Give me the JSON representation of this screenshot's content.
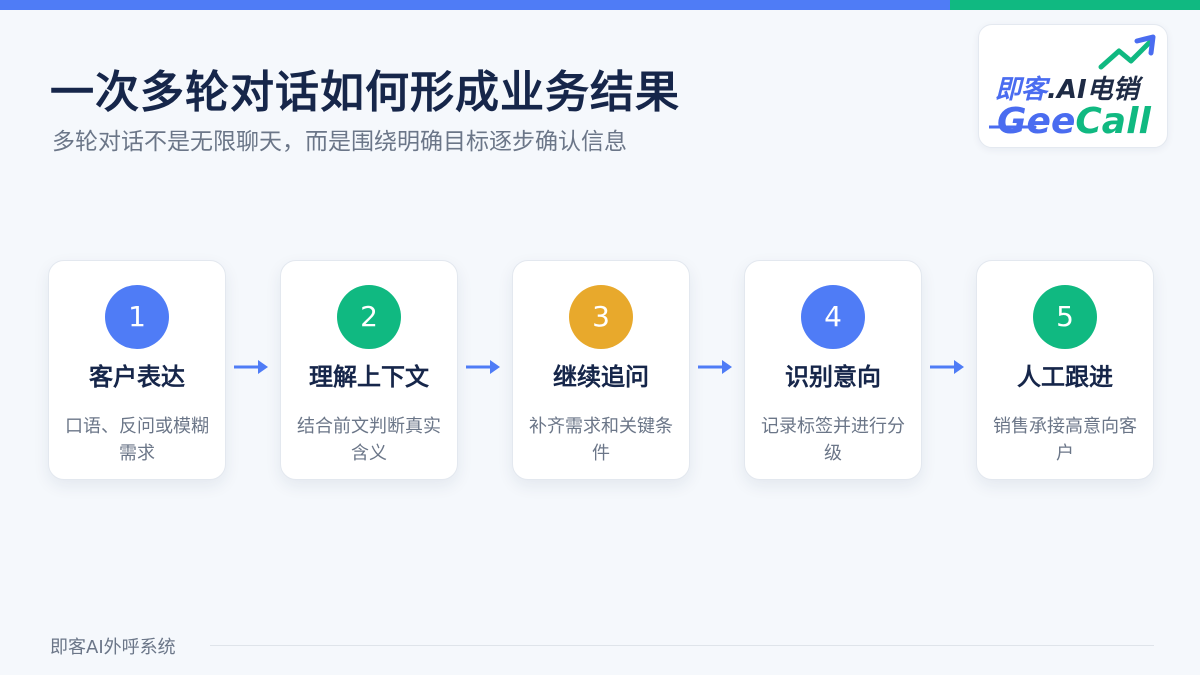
{
  "title": "一次多轮对话如何形成业务结果",
  "subtitle": "多轮对话不是无限聊天，而是围绕明确目标逐步确认信息",
  "logo": {
    "cn_brand": "即客",
    "cn_rest": ".AI电销",
    "en_part1": "Gee",
    "en_part2": "Call"
  },
  "steps": [
    {
      "number": "1",
      "title": "客户表达",
      "desc": "口语、反问或模糊需求",
      "color": "#4f7cf6"
    },
    {
      "number": "2",
      "title": "理解上下文",
      "desc": "结合前文判断真实含义",
      "color": "#10b981"
    },
    {
      "number": "3",
      "title": "继续追问",
      "desc": "补齐需求和关键条件",
      "color": "#e8a92c"
    },
    {
      "number": "4",
      "title": "识别意向",
      "desc": "记录标签并进行分级",
      "color": "#4f7cf6"
    },
    {
      "number": "5",
      "title": "人工跟进",
      "desc": "销售承接高意向客户",
      "color": "#10b981"
    }
  ],
  "footer": "即客AI外呼系统",
  "colors": {
    "blue": "#4f7cf6",
    "green": "#10b981",
    "navy": "#16264a"
  }
}
